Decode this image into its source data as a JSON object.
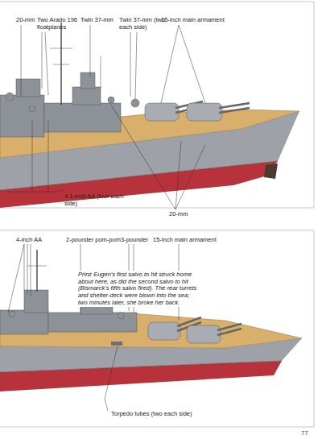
{
  "diagram": {
    "labels": [
      "20-mm",
      "Two Arado 196 floatplanes",
      "Twin 37-mm",
      "Twin 37-mm (two each side)",
      "15-inch main armament",
      "4.1-inch AA (four each side)",
      "20-mm",
      "4-inch AA",
      "2-pounder pom-pom",
      "3-pounder",
      "15-inch main armament",
      "Prinz Eugen's first salvo to hit struck home about here, as did the second salvo to hit (Bismarck's fifth salvo fired). The rear turrets and shelter-deck were blown into the sea; two minutes later, she broke her back.",
      "Torpedo tubes (two each side)",
      "77"
    ]
  }
}
